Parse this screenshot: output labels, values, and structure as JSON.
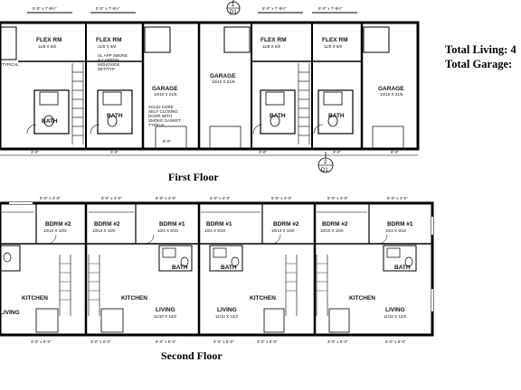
{
  "first_floor": {
    "caption": "First Floor",
    "flex_label": "FLEX RM",
    "flex_dims": [
      "11/8 X 5/0",
      "11/8 X 5/0",
      "11/8 X 5/0",
      "11/8 X 5/0"
    ],
    "garage_label": "GARAGE",
    "garage_dims": [
      "10/10 X 21/6",
      "10/10 X 21/6",
      "10/10 X 21/6"
    ],
    "bath_label": "BATH",
    "smoke_note": [
      "UL APP SMOKE",
      "& CARBON",
      "MONOXIDE",
      "DET/TYP"
    ],
    "door_note": [
      "SOLID CORE",
      "SELF CLOSING",
      "DOOR WITH",
      "SMOKE GASKET",
      "TYPICAL"
    ],
    "typical": "TYPICAL",
    "dims_top": [
      "5'-0\" x 7'-9½\"",
      "5'-0\" x 7'-9½\"",
      "5'-0\" x 7'-9½\"",
      "5'-0\" x 7'-9½\""
    ],
    "dims_bottom": [
      "3'-0\"",
      "3'-0\"",
      "8'-0\"",
      "3'-0\"",
      "3'-0\"",
      "8'-0\""
    ],
    "section_top": [
      "1",
      "D1"
    ],
    "section_bottom": [
      "2",
      "D1"
    ]
  },
  "second_floor": {
    "caption": "Second Floor",
    "bdrm1_label": "BDRM #1",
    "bdrm2_label": "BDRM #2",
    "bdrm1_dim": "10/4 X 9/10",
    "bdrm2_dim": "10/10 X 10/0",
    "bath_label": "BATH",
    "kitchen_label": "KITCHEN",
    "living_label": "LIVING",
    "living_dim": "11/10 X 12/2",
    "dims_top": [
      "5'-0\" x 4'-0\"",
      "5'-0\" x 4'-0\"",
      "5'-0\" x 4'-0\"",
      "5'-0\" x 4'-0\"",
      "5'-0\" x 4'-0\"",
      "5'-0\" x 4'-0\"",
      "5'-0\" x 4'-0\""
    ],
    "dims_bottom": [
      "3'-0\" x 5'-0\"",
      "6'-0\" x 5'-0\"",
      "3'-0\" x 5'-0\"",
      "3'-0\" x 5'-0\"",
      "6'-0\" x 5'-0\"",
      "3'-0\" x 5'-0\"",
      "6'-0\" x 5'-0\""
    ]
  },
  "totals": {
    "living": "Total Living: 4",
    "garage": "Total Garage:"
  }
}
